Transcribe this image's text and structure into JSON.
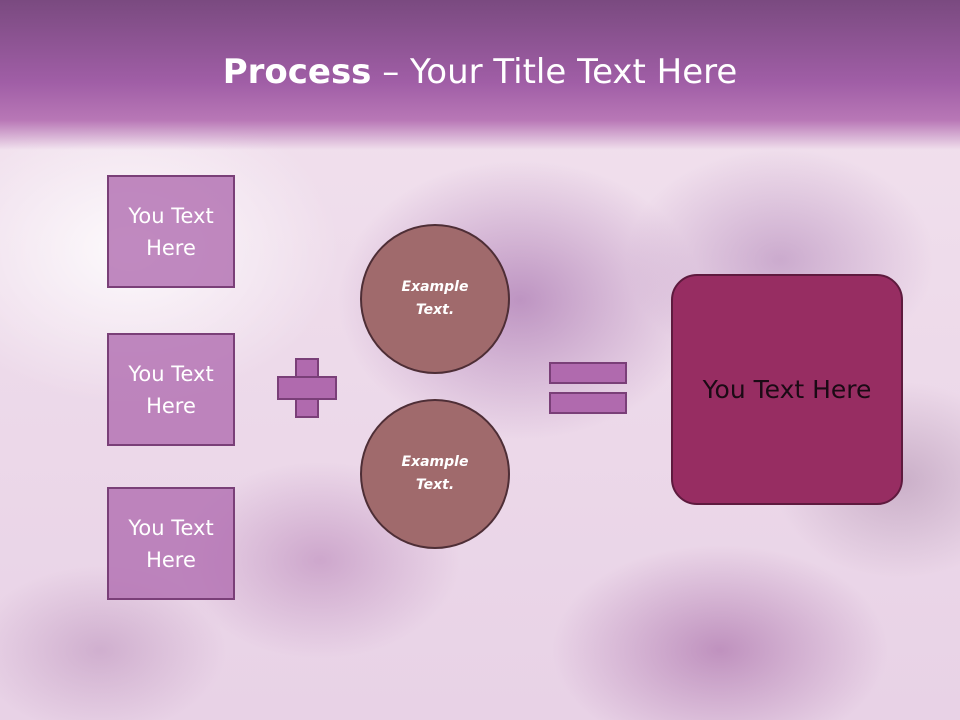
{
  "slide": {
    "title_bold": "Process",
    "title_rest": " – Your Title Text Here"
  },
  "left_boxes": [
    {
      "label": "You Text Here"
    },
    {
      "label": "You Text Here"
    },
    {
      "label": "You Text Here"
    }
  ],
  "circles": [
    {
      "label": "Example Text."
    },
    {
      "label": "Example Text."
    }
  ],
  "result": {
    "label": "You Text Here"
  },
  "colors": {
    "header": "#a05ea6",
    "box_fill": "#b270b2",
    "circle_fill": "#a06a6c",
    "result_fill": "#972d62"
  }
}
